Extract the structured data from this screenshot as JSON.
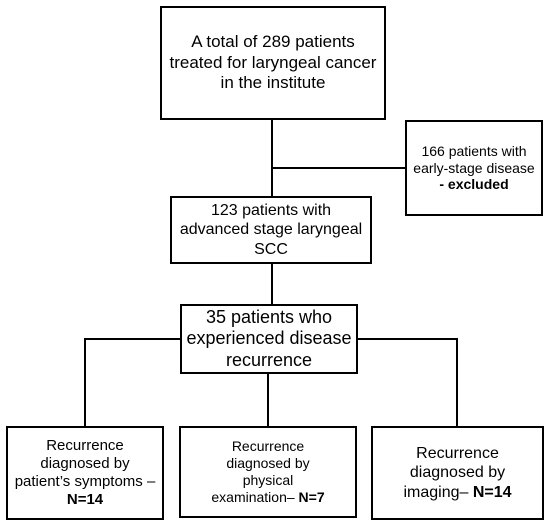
{
  "boxes": {
    "total": {
      "lines": [
        "A total of 289 patients",
        "treated for laryngeal cancer",
        "in the institute"
      ]
    },
    "excluded": {
      "lines": [
        "166 patients with",
        "early-stage disease"
      ],
      "bold": "- excluded"
    },
    "advanced": {
      "lines": [
        "123 patients with",
        "advanced stage laryngeal",
        "SCC"
      ]
    },
    "recurrence": {
      "lines": [
        "35 patients who",
        "experienced disease",
        "recurrence"
      ]
    },
    "symptoms": {
      "lines": [
        "Recurrence",
        "diagnosed by",
        "patient’s symptoms –"
      ],
      "bold": "N=14"
    },
    "physical": {
      "lines": [
        "Recurrence",
        "diagnosed by",
        "physical"
      ],
      "last": "examination– ",
      "bold": "N=7"
    },
    "imaging": {
      "lines": [
        "Recurrence",
        "diagnosed by"
      ],
      "last": "imaging– ",
      "bold": "N=14"
    }
  },
  "colors": {
    "line": "#000000",
    "box_border": "#000000",
    "background": "#ffffff"
  }
}
